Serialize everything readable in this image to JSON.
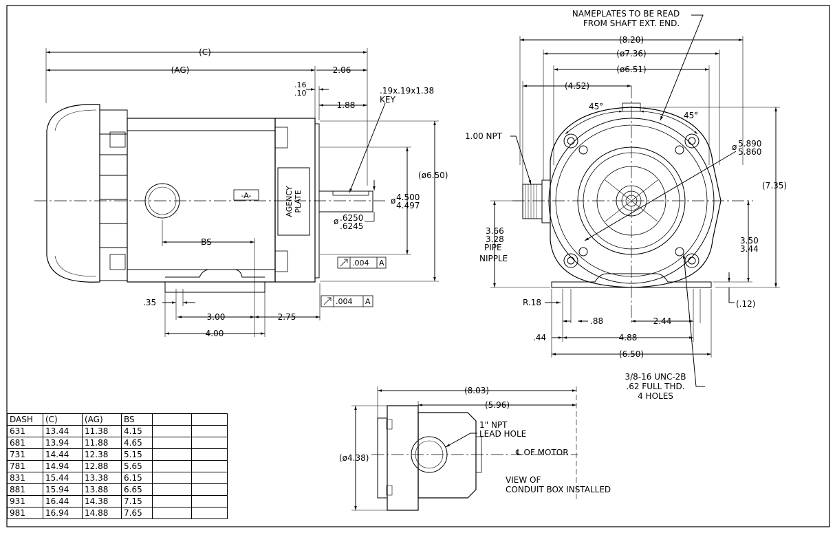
{
  "side_view": {
    "dims": {
      "c": "(C)",
      "ag": "(AG)",
      "d206": "2.06",
      "d16": ".16",
      "d10": ".10",
      "d188": "1.88",
      "key1": ".19x.19x1.38",
      "key2": "KEY",
      "phi650": "(ø6.50)",
      "shaft_d1": "4.500",
      "shaft_d2": "4.497",
      "shaft_phi": "ø",
      "shaft_s1": ".6250",
      "shaft_s2": ".6245",
      "shaft_s_phi": "ø",
      "datum_a": "-A-",
      "agency1": "AGENCY",
      "agency2": "PLATE",
      "bs": "BS",
      "d35": ".35",
      "d300": "3.00",
      "d275": "2.75",
      "d400": "4.00",
      "tol1": ".004",
      "tol1_ref": "A",
      "tol2": ".004",
      "tol2_ref": "A"
    }
  },
  "end_view": {
    "dims": {
      "nameplate1": "NAMEPLATES TO BE READ",
      "nameplate2": "FROM SHAFT EXT. END.",
      "d820": "(8.20)",
      "d736": "(ø7.36)",
      "d651": "(ø6.51)",
      "d452": "(4.52)",
      "a45l": "45°",
      "a45r": "45°",
      "npt": "1.00 NPT",
      "pilot1": "5.890",
      "pilot2": "5.860",
      "pilot_phi": "ø",
      "d735": "(7.35)",
      "nip1": "3.66",
      "nip2": "3.28",
      "nip3": "PIPE",
      "nip4": "NIPPLE",
      "h350": "3.50",
      "h344": "3.44",
      "r18": "R.18",
      "d12": "(.12)",
      "d88": ".88",
      "d244": "2.44",
      "d44": ".44",
      "d488": "4.88",
      "d650": "(6.50)",
      "unc1": "3/8-16 UNC-2B",
      "unc2": ".62 FULL THD.",
      "unc3": "4 HOLES"
    }
  },
  "conduit_view": {
    "dims": {
      "d803": "(8.03)",
      "d596": "(5.96)",
      "phi438": "(ø4.38)",
      "npt1": "1\" NPT",
      "npt2": "LEAD HOLE",
      "cl_motor": "℄ OF MOTOR",
      "view1": "VIEW OF",
      "view2": "CONDUIT BOX INSTALLED"
    }
  },
  "table": {
    "headers": [
      "DASH",
      "(C)",
      "(AG)",
      "BS",
      "",
      ""
    ],
    "rows": [
      [
        "631",
        "13.44",
        "11.38",
        "4.15",
        "",
        ""
      ],
      [
        "681",
        "13.94",
        "11.88",
        "4.65",
        "",
        ""
      ],
      [
        "731",
        "14.44",
        "12.38",
        "5.15",
        "",
        ""
      ],
      [
        "781",
        "14.94",
        "12.88",
        "5.65",
        "",
        ""
      ],
      [
        "831",
        "15.44",
        "13.38",
        "6.15",
        "",
        ""
      ],
      [
        "881",
        "15.94",
        "13.88",
        "6.65",
        "",
        ""
      ],
      [
        "931",
        "16.44",
        "14.38",
        "7.15",
        "",
        ""
      ],
      [
        "981",
        "16.94",
        "14.88",
        "7.65",
        "",
        ""
      ]
    ]
  }
}
